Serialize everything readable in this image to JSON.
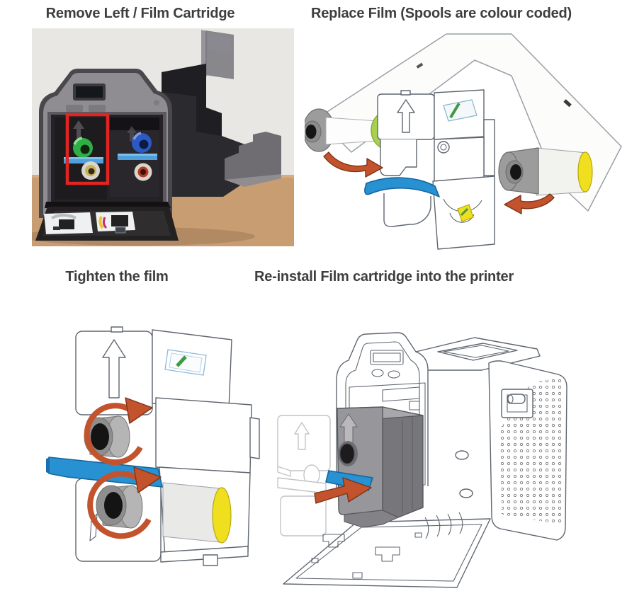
{
  "panels": {
    "remove": {
      "title": "Remove Left / Film Cartridge"
    },
    "replace": {
      "title": "Replace Film (Spools are colour coded)"
    },
    "tighten": {
      "title": "Tighten the film"
    },
    "reinstall": {
      "title": "Re-install Film cartridge into the printer"
    }
  },
  "colors": {
    "title": "#3d3e3f",
    "highlight_red": "#e32420",
    "handle_blue": "#2791d2",
    "spool_green": "#a9d14f",
    "spool_yellow": "#f0df1f",
    "arrow_orange": "#c2532c",
    "desk_wood": "#c99d72",
    "wall_grey": "#e9e7e3",
    "printer_dark": "#37363a",
    "printer_grey": "#8f8d92",
    "outline_grey": "#5f6670"
  }
}
